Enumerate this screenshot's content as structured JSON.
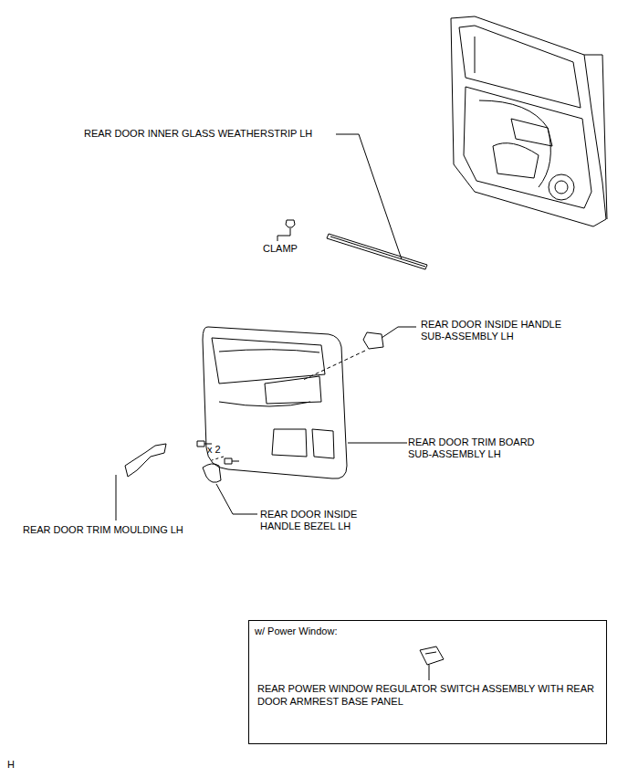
{
  "diagram": {
    "nodes": [
      {
        "text": [
          "w/ Power Window:",
          "REAR POWER WINDOW REGULATOR SWITCH ASSEMBLY WITH REAR DOOR ARMREST BASE PANEL"
        ]
      }
    ],
    "labels": [
      "REAR DOOR INNER GLASS WEATHERSTRIP LH",
      "CLAMP",
      "REAR DOOR INSIDE HANDLE SUB-ASSEMBLY LH",
      "x 2",
      "REAR DOOR TRIM BOARD SUB-ASSEMBLY LH",
      "REAR DOOR TRIM MOULDING LH",
      "REAR DOOR INSIDE HANDLE BEZEL LH",
      "H"
    ]
  }
}
